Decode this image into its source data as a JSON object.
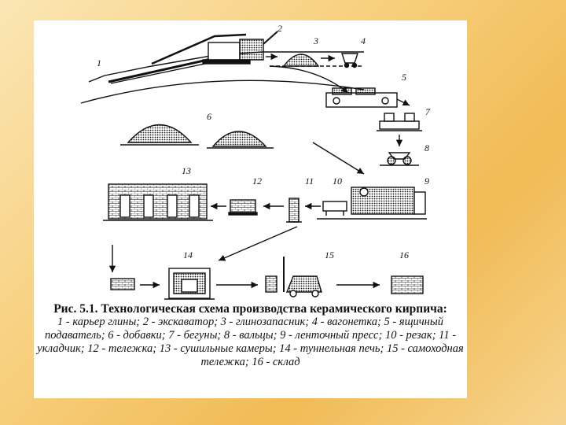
{
  "caption": {
    "title": "Рис. 5.1. Технологическая схема производства керамического кирпича:",
    "body": "1 - карьер глины; 2 - экскаватор; 3 - глинозапасник; 4 - вагонетка; 5 - ящичный подаватель; 6 - добавки; 7 - бегуны; 8 - вальцы; 9 - ленточный пресс; 10 - резак; 11 - укладчик; 12 - тележка; 13 - сушильные камеры; 14 - туннельная печь; 15 - самоходная тележка; 16 - склад"
  },
  "labels": {
    "n1": "1",
    "n2": "2",
    "n3": "3",
    "n4": "4",
    "n5": "5",
    "n6": "6",
    "n7": "7",
    "n8": "8",
    "n9": "9",
    "n10": "10",
    "n11": "11",
    "n12": "12",
    "n13": "13",
    "n14": "14",
    "n15": "15",
    "n16": "16"
  },
  "colors": {
    "ink": "#111111",
    "panel": "#ffffff",
    "background_accent": "#f1bb55"
  }
}
